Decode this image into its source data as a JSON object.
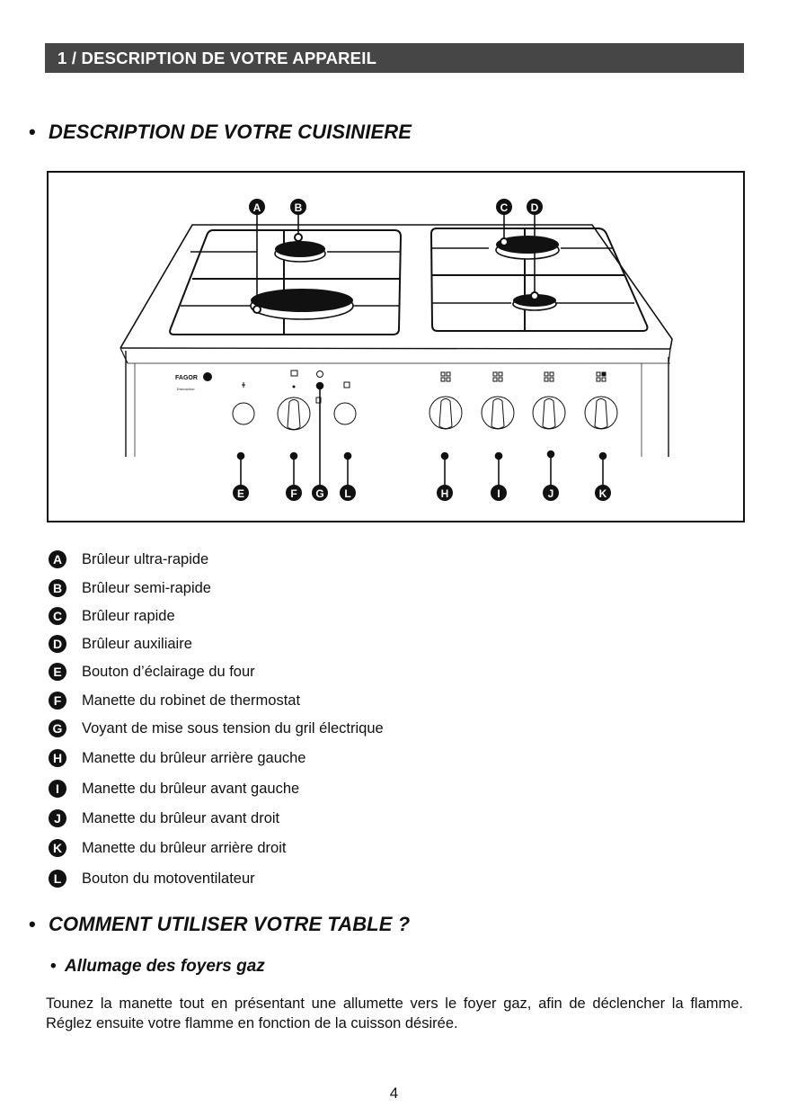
{
  "header": {
    "title": "1 / DESCRIPTION DE VOTRE APPAREIL"
  },
  "section1": {
    "bullet": "•",
    "title": "DESCRIPTION DE VOTRE CUISINIERE"
  },
  "diagram": {
    "brand": "FAGOR",
    "model": "Innovation",
    "callouts": [
      "A",
      "B",
      "C",
      "D",
      "E",
      "F",
      "G",
      "L",
      "H",
      "I",
      "J",
      "K"
    ]
  },
  "legend": [
    {
      "letter": "A",
      "label": "Brûleur ultra-rapide"
    },
    {
      "letter": "B",
      "label": "Brûleur semi-rapide"
    },
    {
      "letter": "C",
      "label": "Brûleur rapide"
    },
    {
      "letter": "D",
      "label": "Brûleur auxiliaire"
    },
    {
      "letter": "E",
      "label": "Bouton d’éclairage du four"
    },
    {
      "letter": "F",
      "label": "Manette du robinet de thermostat"
    },
    {
      "letter": "G",
      "label": "Voyant de mise sous tension du gril électrique"
    },
    {
      "letter": "H",
      "label": "Manette du brûleur arrière gauche"
    },
    {
      "letter": "I",
      "label": "Manette du brûleur avant gauche"
    },
    {
      "letter": "J",
      "label": "Manette du brûleur avant droit"
    },
    {
      "letter": "K",
      "label": "Manette du brûleur arrière droit"
    },
    {
      "letter": "L",
      "label": "Bouton du motoventilateur"
    }
  ],
  "section2": {
    "bullet": "•",
    "title": "COMMENT UTILISER VOTRE TABLE ?",
    "subtitle_bullet": "•",
    "subtitle": "Allumage des foyers gaz",
    "paragraph": "Tounez la manette tout en présentant une allumette vers le foyer gaz, afin de déclencher la flamme. Réglez ensuite votre flamme en fonction de la cuisson désirée."
  },
  "page_number": "4"
}
